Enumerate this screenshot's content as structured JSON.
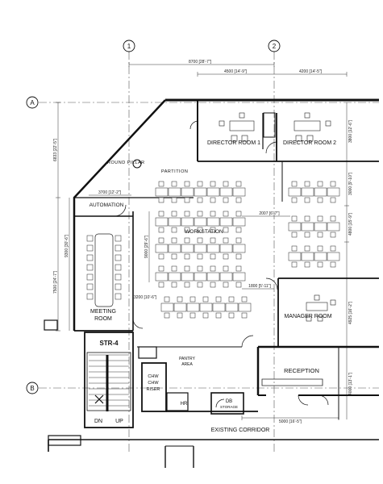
{
  "grid": {
    "col_1": "1",
    "col_2": "2",
    "row_a": "A",
    "row_b": "B"
  },
  "dimensions": {
    "top_total": "8700 [28'-7\"]",
    "top_left": "4500 [14'-9\"]",
    "top_right": "4200 [14'-5\"]",
    "left_upper": "6833 [22'-5\"]",
    "left_mid": "9300 [30'-6\"]",
    "left_lower": "7500 [24'-7\"]",
    "automation_width": "3700 [12'-2\"]",
    "workstation_span": "2007 [6'-7\"]",
    "workstation_height": "9000 [29'-6\"]",
    "aisle": "1800 [5'-11\"]",
    "mid_left": "3200 [10'-6\"]",
    "right_1": "3800 [12'-6\"]",
    "right_2": "3000 [9'-10\"]",
    "right_3": "4800 [15'-9\"]",
    "right_4": "4925 [16'-2\"]",
    "right_5": "4000 [13'-1\"]",
    "corridor": "5000 [16'-5\"]"
  },
  "rooms": {
    "director_1": "DIRECTOR ROOM 1",
    "director_2": "DIRECTOR ROOM 2",
    "round_pillar": "ROUND PILLAR",
    "partition": "PARTITION",
    "automation": "AUTOMATION",
    "workstation": "WORKSTATION",
    "meeting_line1": "MEETING",
    "meeting_line2": "ROOM",
    "manager": "MANAGER ROOM",
    "reception": "RECEPTION",
    "stair": "STR-4",
    "stair_down": "DN",
    "stair_up": "UP",
    "pantry_line1": "PANTRY",
    "pantry_line2": "AREA",
    "riser_line1": "CHW",
    "riser_line2": "CHW",
    "riser_line3": "RISER",
    "hr": "HR",
    "db_line1": "DB",
    "db_line2": "STORAGE",
    "corridor": "EXISTING CORRIDOR"
  }
}
